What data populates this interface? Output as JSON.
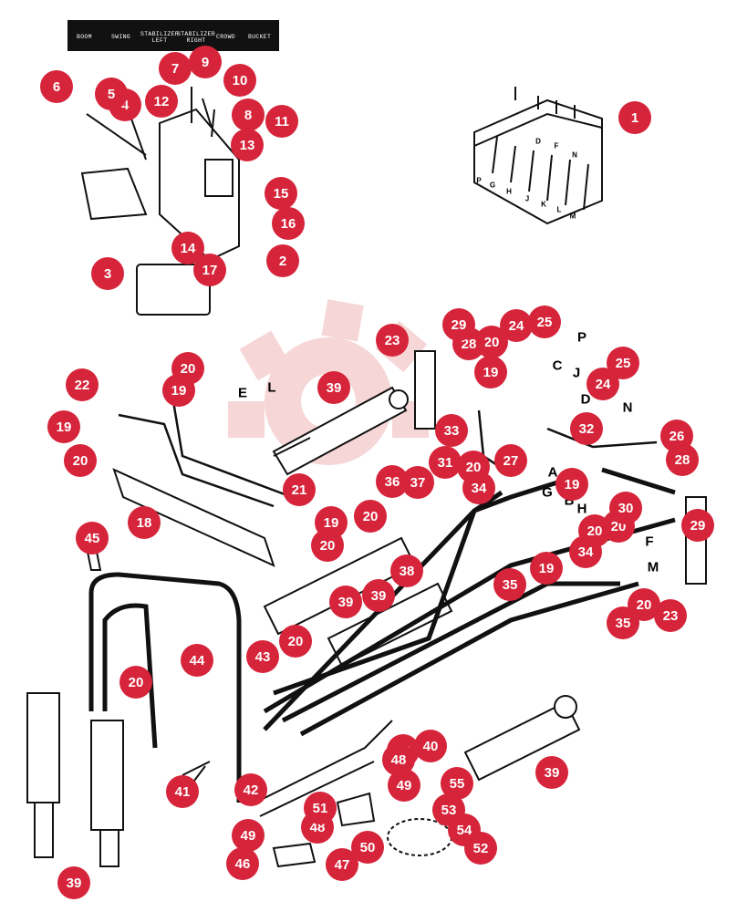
{
  "control_labels": [
    "BOOM",
    "SWING",
    "STABILIZER\nLEFT",
    "STABILIZER\nRIGHT",
    "CROWD",
    "BUCKET"
  ],
  "callouts": [
    "1",
    "2",
    "3",
    "4",
    "5",
    "6",
    "7",
    "8",
    "9",
    "10",
    "11",
    "12",
    "13",
    "14",
    "15",
    "16",
    "17",
    "18",
    "19",
    "19",
    "19",
    "19",
    "19",
    "19",
    "20",
    "20",
    "20",
    "20",
    "20",
    "20",
    "20",
    "20",
    "20",
    "20",
    "20",
    "20",
    "21",
    "22",
    "23",
    "23",
    "24",
    "24",
    "25",
    "25",
    "26",
    "27",
    "28",
    "28",
    "29",
    "29",
    "30",
    "31",
    "32",
    "33",
    "34",
    "34",
    "35",
    "35",
    "36",
    "37",
    "38",
    "39",
    "39",
    "39",
    "39",
    "39",
    "40",
    "41",
    "42",
    "43",
    "44",
    "45",
    "46",
    "47",
    "48",
    "48",
    "49",
    "49",
    "50",
    "51",
    "52",
    "53",
    "54",
    "55"
  ],
  "port_letters": [
    "P",
    "C",
    "J",
    "D",
    "N",
    "E",
    "L",
    "A",
    "G",
    "B",
    "H",
    "F",
    "M"
  ],
  "valve_letters": [
    "P",
    "G",
    "H",
    "J",
    "K",
    "L",
    "M",
    "D",
    "F",
    "N"
  ],
  "colors": {
    "callout_fill": "#d6243a",
    "callout_text": "#ffffff",
    "line": "#111111",
    "watermark": "#f3c6c6"
  }
}
